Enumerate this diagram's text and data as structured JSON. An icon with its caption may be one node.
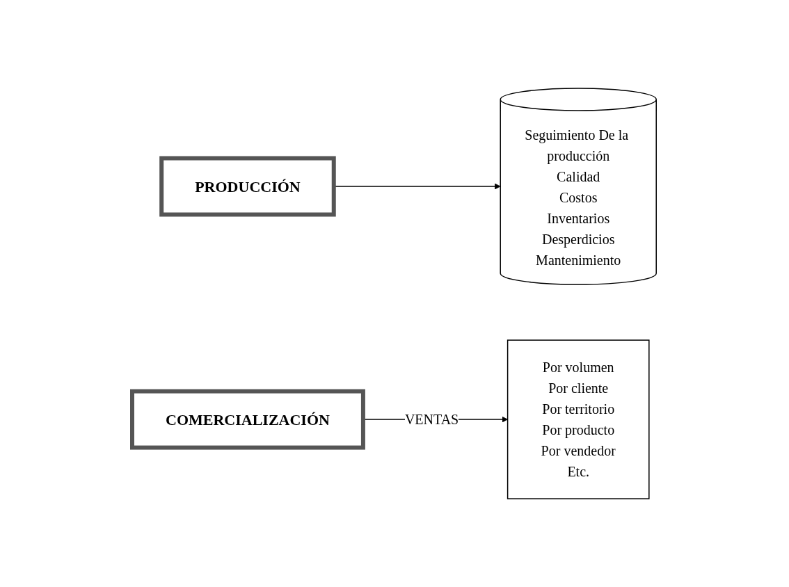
{
  "diagram": {
    "nodes": [
      {
        "text": [
          "PRODUCCIÓN"
        ]
      },
      {
        "text": [
          "Seguimiento De la producción",
          "Calidad",
          "Costos",
          "Inventarios",
          "Desperdicios",
          "Mantenimiento"
        ]
      },
      {
        "text": [
          "COMERCIALIZACIÓN"
        ]
      },
      {
        "text": [
          "Por volumen",
          "Por cliente",
          "Por territorio",
          "Por producto",
          "Por vendedor",
          "Etc."
        ]
      }
    ],
    "edges": [
      {
        "from": 0,
        "to": 1,
        "arrow": "to"
      },
      {
        "from": 2,
        "to": 3,
        "arrow": "to",
        "label": "VENTAS"
      }
    ]
  }
}
